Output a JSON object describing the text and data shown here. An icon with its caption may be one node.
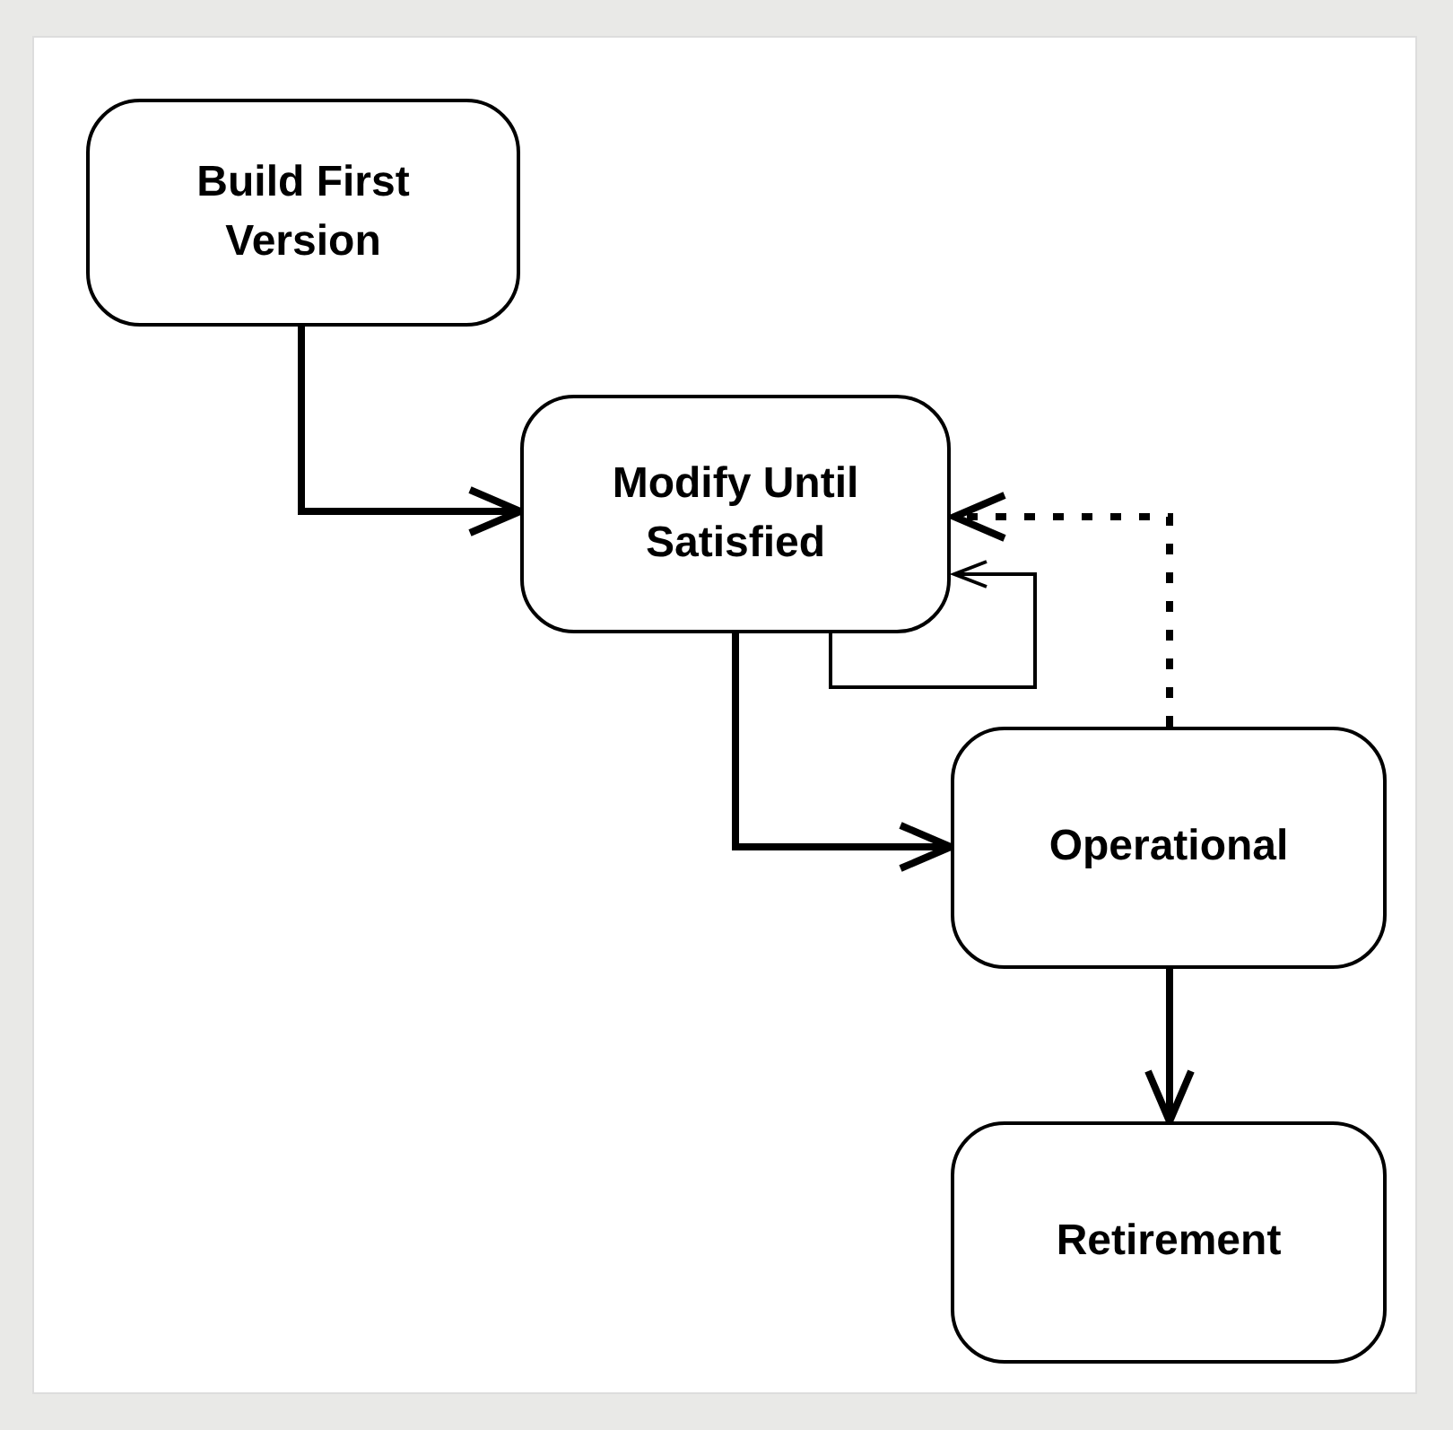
{
  "diagram": {
    "nodes": [
      {
        "text": [
          "Build First Version"
        ]
      },
      {
        "text": [
          "Modify Until Satisfied"
        ]
      },
      {
        "text": [
          "Operational"
        ]
      },
      {
        "text": [
          "Retirement"
        ]
      }
    ],
    "edges": [
      {
        "from": 0,
        "to": 1,
        "arrow": "to"
      },
      {
        "from": 1,
        "to": 1,
        "arrow": "to"
      },
      {
        "from": 1,
        "to": 2,
        "arrow": "to"
      },
      {
        "from": 2,
        "to": 1,
        "arrow": "to",
        "style": "dashed"
      },
      {
        "from": 2,
        "to": 3,
        "arrow": "to"
      }
    ]
  }
}
